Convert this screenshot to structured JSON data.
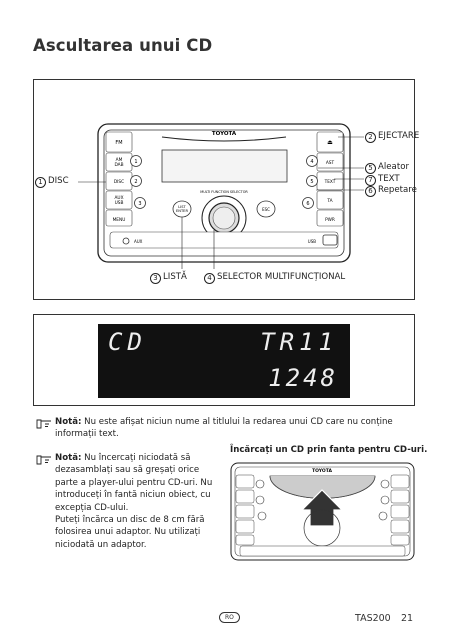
{
  "page": {
    "title": "Ascultarea unui CD",
    "footer_model": "TAS200",
    "footer_page": "21",
    "lang_badge": "RO"
  },
  "radio": {
    "brand": "TOYOTA",
    "buttons": {
      "fm": "FM",
      "am_dab": "AM\nDAB",
      "disc": "DISC",
      "aux_usb": "AUX\nUSB",
      "menu": "MENU",
      "ast": "AST",
      "text": "TEXT",
      "ta": "TA",
      "pwr": "PWR",
      "list": "LIST\nENTER",
      "esc": "ESC",
      "aux_jack": "AUX",
      "usb_label": "USB",
      "presets": [
        "1",
        "2",
        "3",
        "4",
        "5",
        "6"
      ],
      "mfs_caption": "MULTI FUNCTION SELECTOR"
    }
  },
  "callouts": {
    "disc": {
      "num": "1",
      "label": "DISC"
    },
    "eject": {
      "num": "2",
      "label": "EJECTARE"
    },
    "list": {
      "num": "3",
      "label": "LISTĂ"
    },
    "mfs": {
      "num": "4",
      "label": "SELECTOR MULTIFUNCȚIONAL"
    },
    "random": {
      "num": "5",
      "label": "Aleator"
    },
    "text": {
      "num": "7",
      "label": "TEXT"
    },
    "repeat": {
      "num": "6",
      "label": "Repetare"
    }
  },
  "display": {
    "mode": "CD",
    "track": "TR11",
    "time": "1248"
  },
  "notes": {
    "note1_bold": "Notă:",
    "note1_text": " Nu este afișat niciun nume al titlului la redarea unui CD care nu conține informații text.",
    "note2_bold": "Notă:",
    "note2_lines": [
      " Nu încercați niciodată să",
      "dezasamblați sau să greșați orice",
      "parte a player-ului pentru CD-uri. Nu",
      "introduceți în fantă niciun obiect, cu",
      "excepția CD-ului.",
      "Puteți încărca un disc de 8 cm fără",
      "folosirea unui adaptor. Nu utilizați",
      "niciodată un adaptor."
    ],
    "insert_caption": "Încărcați un CD prin fanta pentru CD-uri."
  }
}
